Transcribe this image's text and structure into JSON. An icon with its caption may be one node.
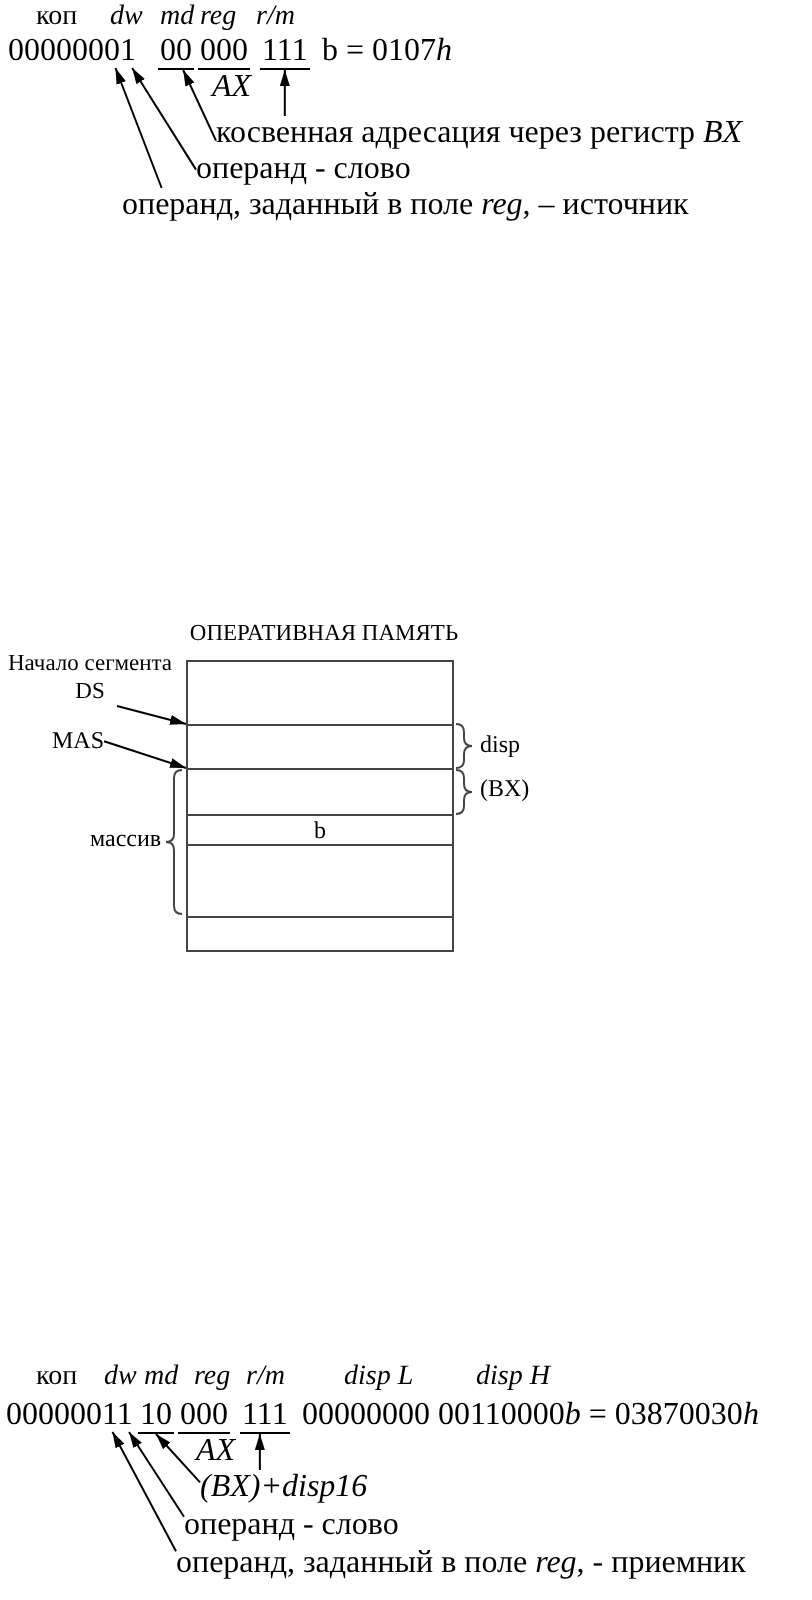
{
  "diagram": {
    "nodes": [
      {
        "text": [
          "00000001"
        ]
      },
      {
        "text": [
          "00"
        ]
      },
      {
        "text": [
          "000"
        ],
        "beside": [
          "AX"
        ]
      },
      {
        "text": [
          "111"
        ]
      },
      {
        "text": [
          "косвенная адресация через регистр *BX*"
        ]
      },
      {
        "text": [
          "операнд - слово"
        ]
      },
      {
        "text": [
          "операнд, заданный в поле *reg*, – источник"
        ]
      },
      {
        "text": [
          "ОПЕРАТИВНАЯ ПАМЯТЬ"
        ]
      },
      {
        "text": [],
        "shape": "box",
        "in": 7
      },
      {
        "text": [],
        "shape": "box",
        "in": 7
      },
      {
        "text": [],
        "shape": "box",
        "in": 7
      },
      {
        "text": [
          "b"
        ],
        "in": 7
      },
      {
        "text": [],
        "shape": "box",
        "in": 7
      },
      {
        "text": [],
        "shape": "box",
        "in": 7
      },
      {
        "text": [
          "Начало сегмента DS"
        ]
      },
      {
        "text": [
          "MAS"
        ]
      },
      {
        "text": [
          "00000011"
        ]
      },
      {
        "text": [
          "10"
        ]
      },
      {
        "text": [
          "000"
        ],
        "beside": [
          "AX"
        ]
      },
      {
        "text": [
          "111"
        ]
      },
      {
        "text": [
          "(BX)+disp16"
        ]
      },
      {
        "text": [
          "операнд - слово"
        ]
      },
      {
        "text": [
          "операнд, заданный в поле *reg*, - приемник"
        ]
      }
    ],
    "edges": [
      {
        "from": 4,
        "to": 1,
        "arrow": "to"
      },
      {
        "from": 4,
        "to": 3,
        "arrow": "to"
      },
      {
        "from": 5,
        "to": 0,
        "arrow": "to"
      },
      {
        "from": 6,
        "to": 0,
        "arrow": "to"
      },
      {
        "from": 14,
        "to": 9,
        "arrow": "to"
      },
      {
        "from": 15,
        "to": 10,
        "arrow": "to"
      },
      {
        "from": 20,
        "to": 17,
        "arrow": "to"
      },
      {
        "from": 20,
        "to": 19,
        "arrow": "to"
      },
      {
        "from": 21,
        "to": 16,
        "arrow": "to"
      },
      {
        "from": 22,
        "to": 16,
        "arrow": "to"
      }
    ],
    "labels": [
      "коп",
      "dw",
      "md",
      "reg",
      "r/m",
      "b = 0107h",
      "disp",
      "(BX)",
      "массив",
      "коп",
      "dw",
      "md",
      "reg",
      "r/m",
      "disp L",
      "disp H",
      "00000000",
      "00110000b = 03870030h"
    ]
  }
}
